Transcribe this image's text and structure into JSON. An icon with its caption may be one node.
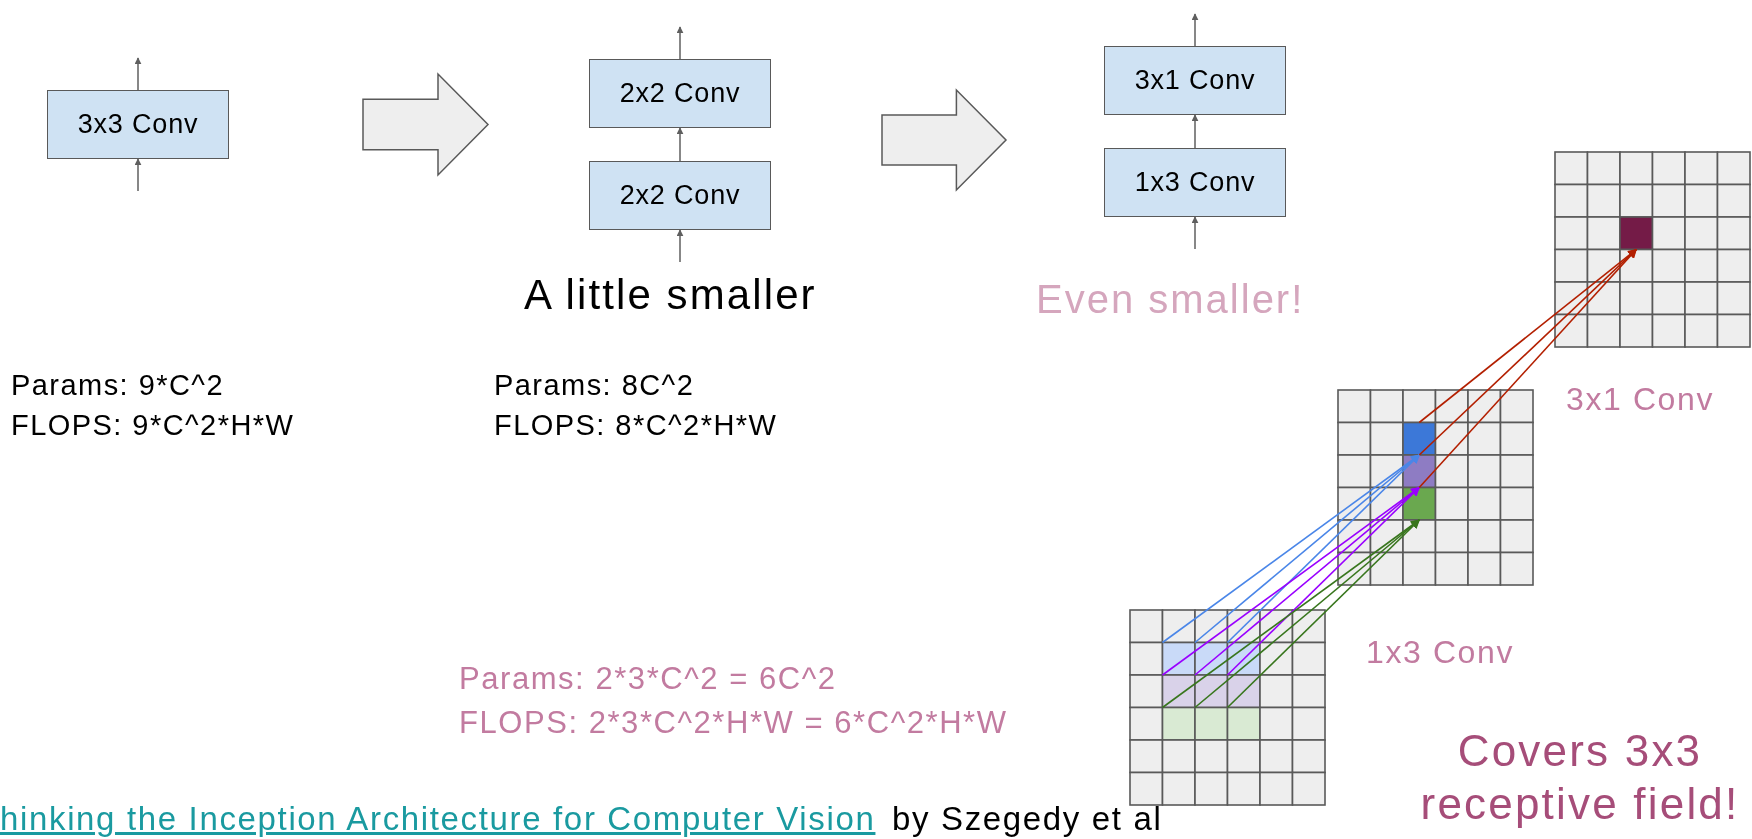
{
  "diagram": {
    "nodes": [
      {
        "text": [
          "3x3 Conv"
        ]
      },
      {
        "text": [
          "2x2 Conv"
        ]
      },
      {
        "text": [
          "2x2 Conv"
        ]
      },
      {
        "text": [
          "3x1 Conv"
        ]
      },
      {
        "text": [
          "1x3 Conv"
        ]
      }
    ],
    "edges": [
      {
        "from": null,
        "to": 0,
        "arrow": "to"
      },
      {
        "from": 0,
        "to": null,
        "arrow": "to"
      },
      {
        "from": null,
        "to": 2,
        "arrow": "to"
      },
      {
        "from": 2,
        "to": 1,
        "arrow": "to"
      },
      {
        "from": 1,
        "to": null,
        "arrow": "to"
      },
      {
        "from": null,
        "to": 4,
        "arrow": "to"
      },
      {
        "from": 4,
        "to": 3,
        "arrow": "to"
      },
      {
        "from": 3,
        "to": null,
        "arrow": "to"
      }
    ],
    "labels": [
      "A little smaller",
      "Even smaller!",
      "Params: 9*C^2",
      "FLOPS: 9*C^2*H*W",
      "Params: 8C^2",
      "FLOPS: 8*C^2*H*W",
      "3x1 Conv",
      "1x3 Conv",
      "Params: 2*3*C^2 = 6C^2",
      "FLOPS: 2*3*C^2*H*W = 6*C^2*H*W",
      "hinking the Inception Architecture for Computer Vision",
      "by Szegedy et al",
      "Covers 3x3 receptive field!"
    ]
  }
}
